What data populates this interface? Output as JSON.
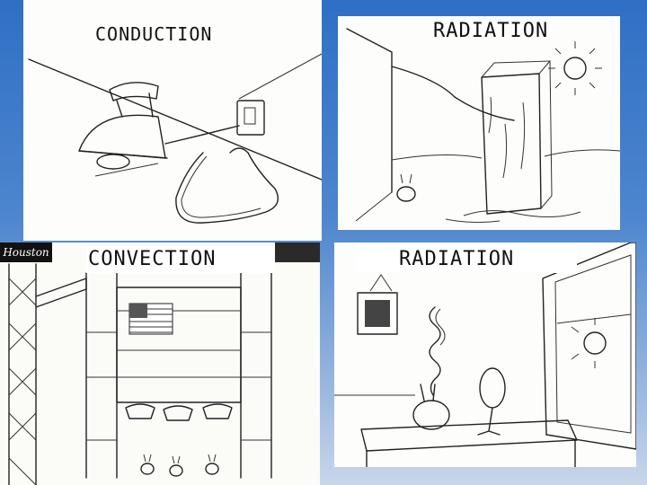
{
  "panels": {
    "conduction": {
      "caption": "CONDUCTION"
    },
    "radiation_top": {
      "caption": "RADIATION"
    },
    "convection": {
      "caption": "CONVECTION",
      "signature": "Houston"
    },
    "radiation_bottom": {
      "caption": "RADIATION"
    }
  }
}
